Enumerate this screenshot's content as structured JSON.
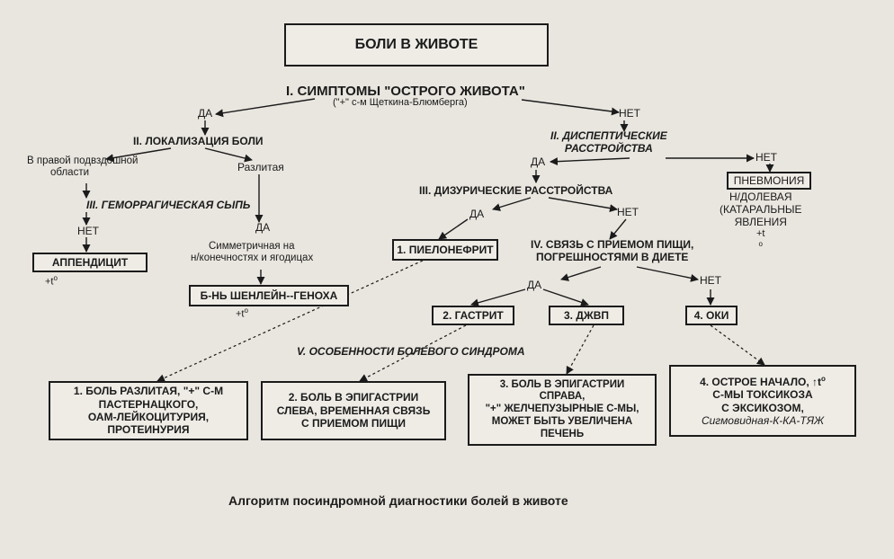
{
  "title": "БОЛИ В ЖИВОТЕ",
  "section1": {
    "heading": "I. СИМПТОМЫ \"ОСТРОГО ЖИВОТА\"",
    "sub": "(\"+\" с-м Щеткина-Блюмберга)"
  },
  "yes": "ДА",
  "no": "НЕТ",
  "section2": {
    "heading": "II. ЛОКАЛИЗАЦИЯ БОЛИ",
    "right_region": [
      "В правой подвздошной",
      "области"
    ],
    "diffuse": "Разлитая"
  },
  "section3_rash": {
    "heading": "III. ГЕМОРРАГИЧЕСКАЯ СЫПЬ",
    "symmetric": [
      "Симметричная на",
      "н/конечностях и ягодицах"
    ]
  },
  "dyspeptic": {
    "heading": [
      "II. ДИСПЕПТИЧЕСКИЕ",
      "РАССТРОЙСТВА"
    ]
  },
  "dysuric": {
    "heading": "III. ДИЗУРИЧЕСКИЕ РАССТРОЙСТВА"
  },
  "food": {
    "heading": [
      "IV. СВЯЗЬ С ПРИЕМОМ ПИЩИ,",
      "ПОГРЕШНОСТЯМИ В ДИЕТЕ"
    ]
  },
  "pain_features": {
    "heading": "V. ОСОБЕННОСТИ БОЛЕВОГО СИНДРОМА"
  },
  "boxes": {
    "appendicitis": "АППЕНДИЦИТ",
    "schonlein": "Б-НЬ ШЕНЛЕЙН--ГЕНОХА",
    "pyelo": "1. ПИЕЛОНЕФРИТ",
    "gastritis": "2. ГАСТРИТ",
    "dzhvp": "3. ДЖВП",
    "oki": "4. ОКИ",
    "pneumonia": "ПНЕВМОНИЯ"
  },
  "temp": "+t",
  "temp_sup": "о",
  "pneumonia_note": [
    "Н/ДОЛЕВАЯ",
    "(КАТАРАЛЬНЫЕ",
    "ЯВЛЕНИЯ"
  ],
  "bottom_boxes": {
    "b1": [
      "1. БОЛЬ РАЗЛИТАЯ, \"+\" С-М",
      "ПАСТЕРНАЦКОГО,",
      "ОАМ-ЛЕЙКОЦИТУРИЯ,",
      "ПРОТЕИНУРИЯ"
    ],
    "b2": [
      "2. БОЛЬ В ЭПИГАСТРИИ",
      "СЛЕВА, ВРЕМЕННАЯ СВЯЗЬ",
      "С ПРИЕМОМ ПИЩИ"
    ],
    "b3": [
      "3. БОЛЬ В ЭПИГАСТРИИ",
      "СПРАВА,",
      "\"+\" ЖЕЛЧЕПУЗЫРНЫЕ С-МЫ,",
      "МОЖЕТ БЫТЬ УВЕЛИЧЕНА",
      "ПЕЧЕНЬ"
    ],
    "b4_line1": "4. ОСТРОЕ НАЧАЛО, ",
    "b4_arrow": "↑",
    "b4_t": "t",
    "b4_rest": [
      "С-МЫ ТОКСИКОЗА",
      "С ЭКСИКОЗОМ,"
    ],
    "b4_italic": "Сигмовидная-К-КА-ТЯЖ"
  },
  "caption": "Алгоритм посиндромной диагностики болей в животе"
}
